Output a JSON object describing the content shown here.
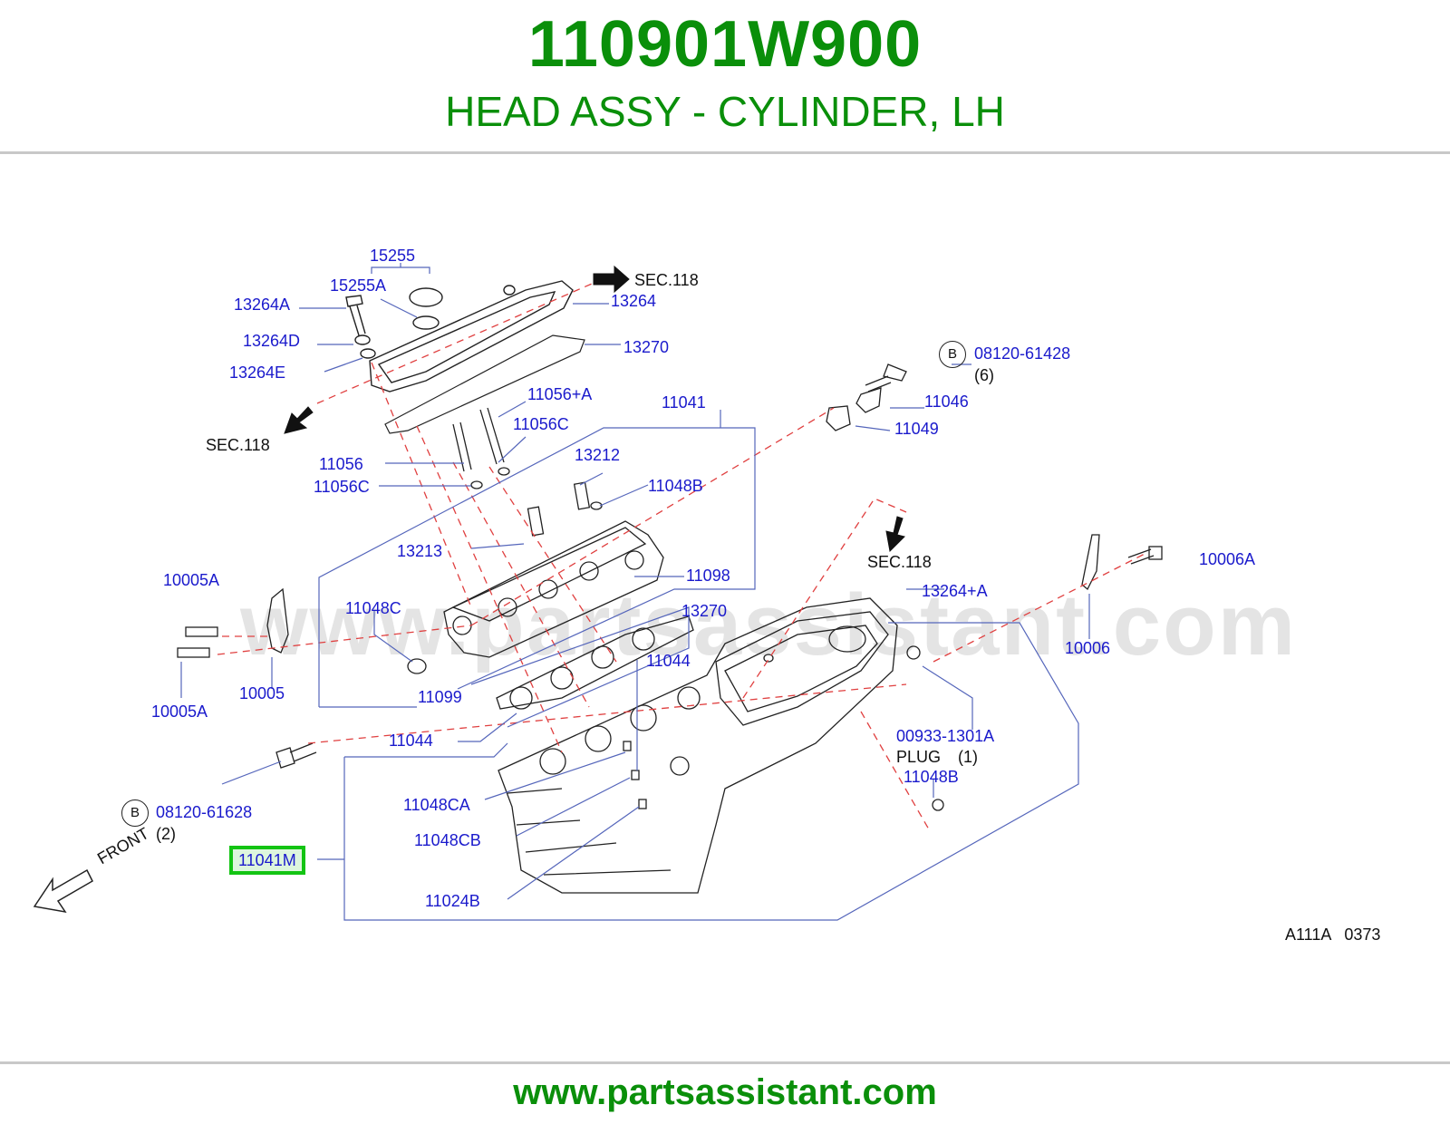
{
  "header": {
    "part_number": "110901W900",
    "part_name": "HEAD ASSY - CYLINDER, LH"
  },
  "footer": {
    "url": "www.partsassistant.com"
  },
  "watermark": "www.partsassistant.com",
  "diagram": {
    "code": "A111A   0373",
    "front_label": "FRONT",
    "sec_labels": [
      "SEC.118",
      "SEC.118",
      "SEC.118"
    ],
    "bolt_marks": [
      "B",
      "B"
    ],
    "part_labels": {
      "p15255": "15255",
      "p15255a": "15255A",
      "p13264a": "13264A",
      "p13264": "13264",
      "p13264d": "13264D",
      "p13264e": "13264E",
      "p13270_top": "13270",
      "p08120_61428": "08120-61428",
      "qty6": "(6)",
      "p11056a": "11056+A",
      "p11041": "11041",
      "p11046": "11046",
      "p11056c_1": "11056C",
      "p11049": "11049",
      "p11056": "11056",
      "p11056c_2": "11056C",
      "p13212": "13212",
      "p11048b_1": "11048B",
      "p13213": "13213",
      "p10005a_1": "10005A",
      "p11098": "11098",
      "p13264pa": "13264+A",
      "p10006a": "10006A",
      "p11048c": "11048C",
      "p13270_mid": "13270",
      "p10006": "10006",
      "p11044_1": "11044",
      "p10005": "10005",
      "p11099": "11099",
      "p10005a_2": "10005A",
      "p00933": "00933-1301A",
      "plug": "PLUG",
      "qty1": "(1)",
      "p11044_2": "11044",
      "p11048b_2": "11048B",
      "p11048ca": "11048CA",
      "p08120_61628": "08120-61628",
      "qty2": "(2)",
      "p11048cb": "11048CB",
      "p11041m": "11041M",
      "p11024b": "11024B"
    }
  },
  "colors": {
    "brand_green": "#0a8f0a",
    "label_blue": "#1a1acc",
    "leader_blue": "#5566bb",
    "dashed_red": "#e04040",
    "highlight_green": "#13c413"
  }
}
